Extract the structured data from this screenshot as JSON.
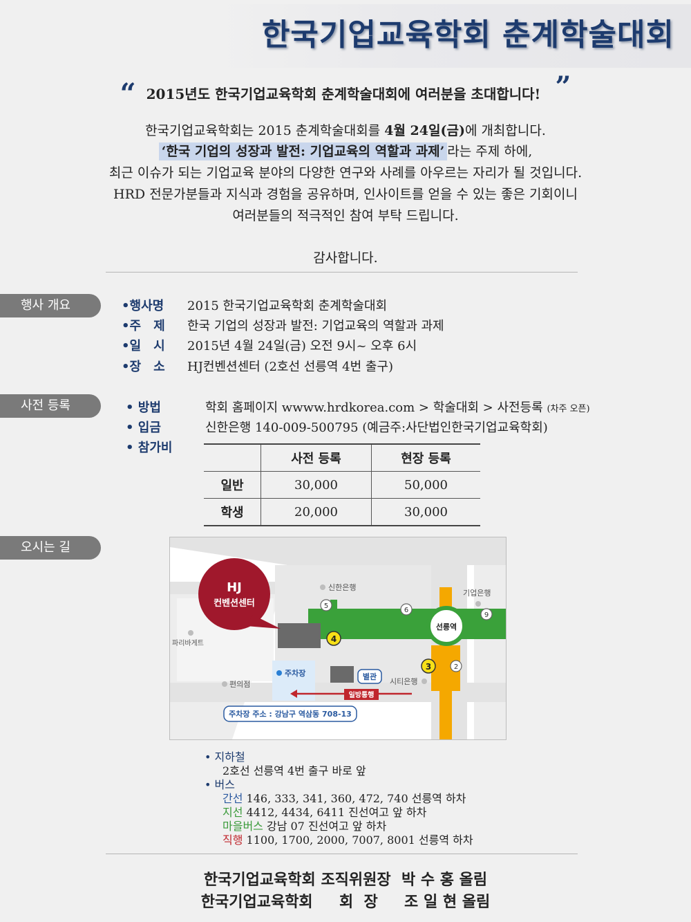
{
  "header": {
    "title": "한국기업교육학회 춘계학술대회"
  },
  "invite": {
    "open_quote": "“",
    "text": "2015년도 한국기업교육학회 춘계학술대회에 여러분을 초대합니다!",
    "close_quote": "”"
  },
  "intro": {
    "l1_pre": "한국기업교육학회는 2015 춘계학술대회를 ",
    "l1_date": "4월 24일(금)",
    "l1_post": "에 개최합니다.",
    "l2_theme": "‘한국 기업의 성장과 발전: 기업교육의 역할과 과제’",
    "l2_post": "라는 주제 하에,",
    "l3": "최근 이슈가 되는 기업교육 분야의 다양한 연구와 사례를 아우르는 자리가 될 것입니다.",
    "l4": "HRD 전문가분들과 지식과 경험을 공유하며, 인사이트를 얻을 수 있는 좋은 기회이니",
    "l5": "여러분들의 적극적인 참여 부탁 드립니다.",
    "thanks": "감사합니다."
  },
  "overview": {
    "tab": "행사 개요",
    "items": [
      {
        "label": "•행사명",
        "value": "2015 한국기업교육학회 춘계학술대회"
      },
      {
        "label": "•주　제",
        "value": "한국 기업의 성장과 발전: 기업교육의 역할과 과제"
      },
      {
        "label": "•일　시",
        "value": "2015년 4월 24일(금) 오전 9시~ 오후 6시"
      },
      {
        "label": "•장　소",
        "value": "HJ컨벤션센터 (2호선 선릉역 4번 출구)"
      }
    ]
  },
  "registration": {
    "tab": "사전 등록",
    "method_label": "• 방법",
    "method_value": "학회 홈페이지 wwww.hrdkorea.com > 학술대회 > 사전등록",
    "method_note": "(차주 오픈)",
    "deposit_label": "• 입금",
    "deposit_value": "신한은행 140-009-500795 (예금주:사단법인한국기업교육학회)",
    "fee_label": "• 참가비",
    "fee_table": {
      "headers": [
        "",
        "사전 등록",
        "현장 등록"
      ],
      "rows": [
        [
          "일반",
          "30,000",
          "50,000"
        ],
        [
          "학생",
          "20,000",
          "30,000"
        ]
      ]
    }
  },
  "directions": {
    "tab": "오시는 길",
    "map": {
      "venue_l1": "HJ",
      "venue_l2": "컨벤션센터",
      "shinhan": "신한은행",
      "ibk": "기업은행",
      "paris": "파리바게트",
      "station": "선릉역",
      "parking": "주차장",
      "annex": "별관",
      "citi": "시티은행",
      "store": "편의점",
      "oneway": "일방통행",
      "parking_addr": "주차장 주소 : 강남구 역삼동 708-13",
      "exit4": "4",
      "exit5": "5",
      "exit6": "6",
      "exit9": "9",
      "exit3": "3",
      "exit2": "2"
    },
    "subway_label": "• 지하철",
    "subway_value": "2호선 선릉역 4번 출구 바로 앞",
    "bus_label": "• 버스",
    "bus": [
      {
        "type": "간선",
        "color": "#2c5aa0",
        "value": " 146, 333, 341, 360, 472, 740 선릉역 하차"
      },
      {
        "type": "지선",
        "color": "#3a9a3a",
        "value": " 4412, 4434, 6411 진선여고 앞 하차"
      },
      {
        "type": "마을버스",
        "color": "#3a9a3a",
        "value": " 강남 07 진선여고 앞 하차"
      },
      {
        "type": "직행",
        "color": "#c0262d",
        "value": " 1100, 1700, 2000, 7007, 8001 선릉역 하차"
      }
    ]
  },
  "signatures": {
    "line1": "한국기업교육학회 조직위원장  박 수 홍 올림",
    "line2": "한국기업교육학회     회  장     조 일 현 올림"
  },
  "colors": {
    "accent": "#1d3b6e",
    "tab_bg": "#7a7a7a",
    "highlight": "#c9d6ec"
  }
}
